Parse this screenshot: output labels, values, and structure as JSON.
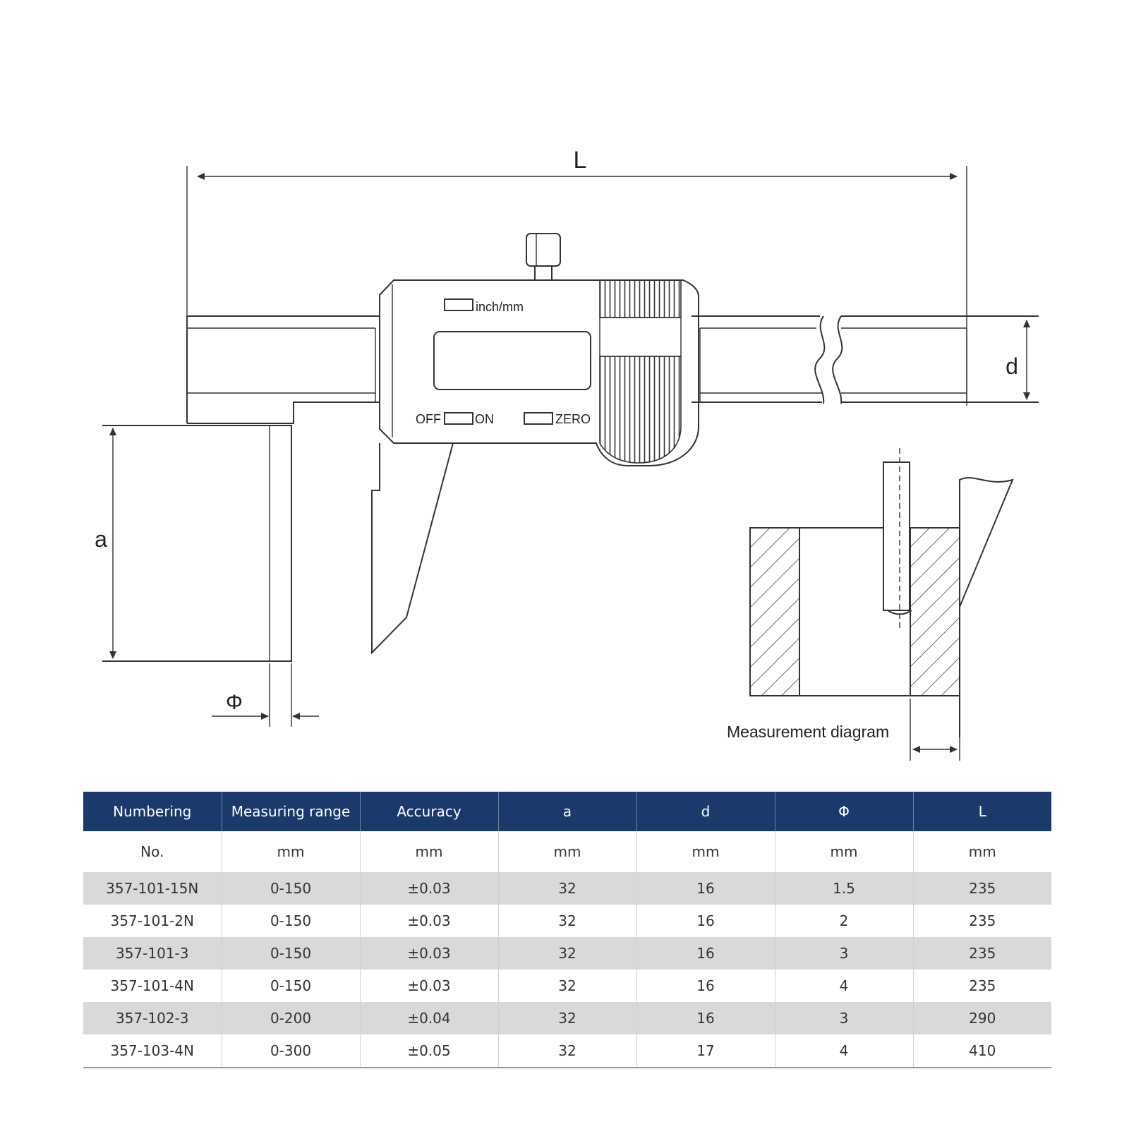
{
  "drawing": {
    "dim_L": "L",
    "dim_d": "d",
    "dim_a": "a",
    "dim_phi": "Φ",
    "btn_inch_mm": "inch/mm",
    "btn_off": "OFF",
    "btn_on": "ON",
    "btn_zero": "ZERO",
    "measurement_caption": "Measurement diagram"
  },
  "table": {
    "headers": [
      "Numbering",
      "Measuring range",
      "Accuracy",
      "a",
      "d",
      "Φ",
      "L"
    ],
    "units": [
      "No.",
      "mm",
      "mm",
      "mm",
      "mm",
      "mm",
      "mm"
    ],
    "rows": [
      [
        "357-101-15N",
        "0-150",
        "±0.03",
        "32",
        "16",
        "1.5",
        "235"
      ],
      [
        "357-101-2N",
        "0-150",
        "±0.03",
        "32",
        "16",
        "2",
        "235"
      ],
      [
        "357-101-3",
        "0-150",
        "±0.03",
        "32",
        "16",
        "3",
        "235"
      ],
      [
        "357-101-4N",
        "0-150",
        "±0.03",
        "32",
        "16",
        "4",
        "235"
      ],
      [
        "357-102-3",
        "0-200",
        "±0.04",
        "32",
        "16",
        "3",
        "290"
      ],
      [
        "357-103-4N",
        "0-300",
        "±0.05",
        "32",
        "17",
        "4",
        "410"
      ]
    ]
  },
  "colors": {
    "header_bg": "#1b3a6b",
    "row_shade": "#d9d9d9",
    "line": "#333333"
  }
}
